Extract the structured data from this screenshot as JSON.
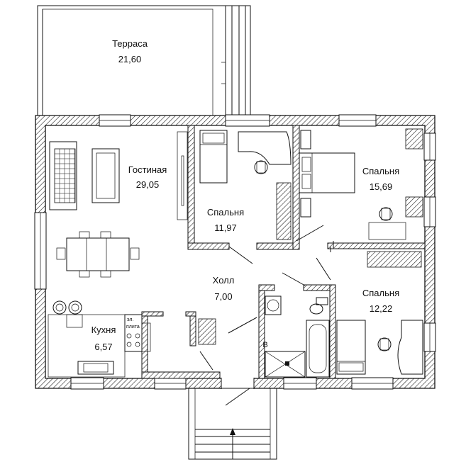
{
  "rooms": {
    "terrace": {
      "name": "Терраса",
      "area": "21,60"
    },
    "living": {
      "name": "Гостиная",
      "area": "29,05"
    },
    "bedroom1": {
      "name": "Спальня",
      "area": "11,97"
    },
    "bedroom2": {
      "name": "Спальня",
      "area": "15,69"
    },
    "hall": {
      "name": "Холл",
      "area": "7,00"
    },
    "bedroom3": {
      "name": "Спальня",
      "area": "12,22"
    },
    "kitchen": {
      "name": "Кухня",
      "area": "6,57"
    }
  },
  "fixtures": {
    "stove_label_1": "эл.",
    "stove_label_2": "плита",
    "boiler_label": "В"
  },
  "colors": {
    "line": "#111111",
    "background": "#ffffff"
  }
}
